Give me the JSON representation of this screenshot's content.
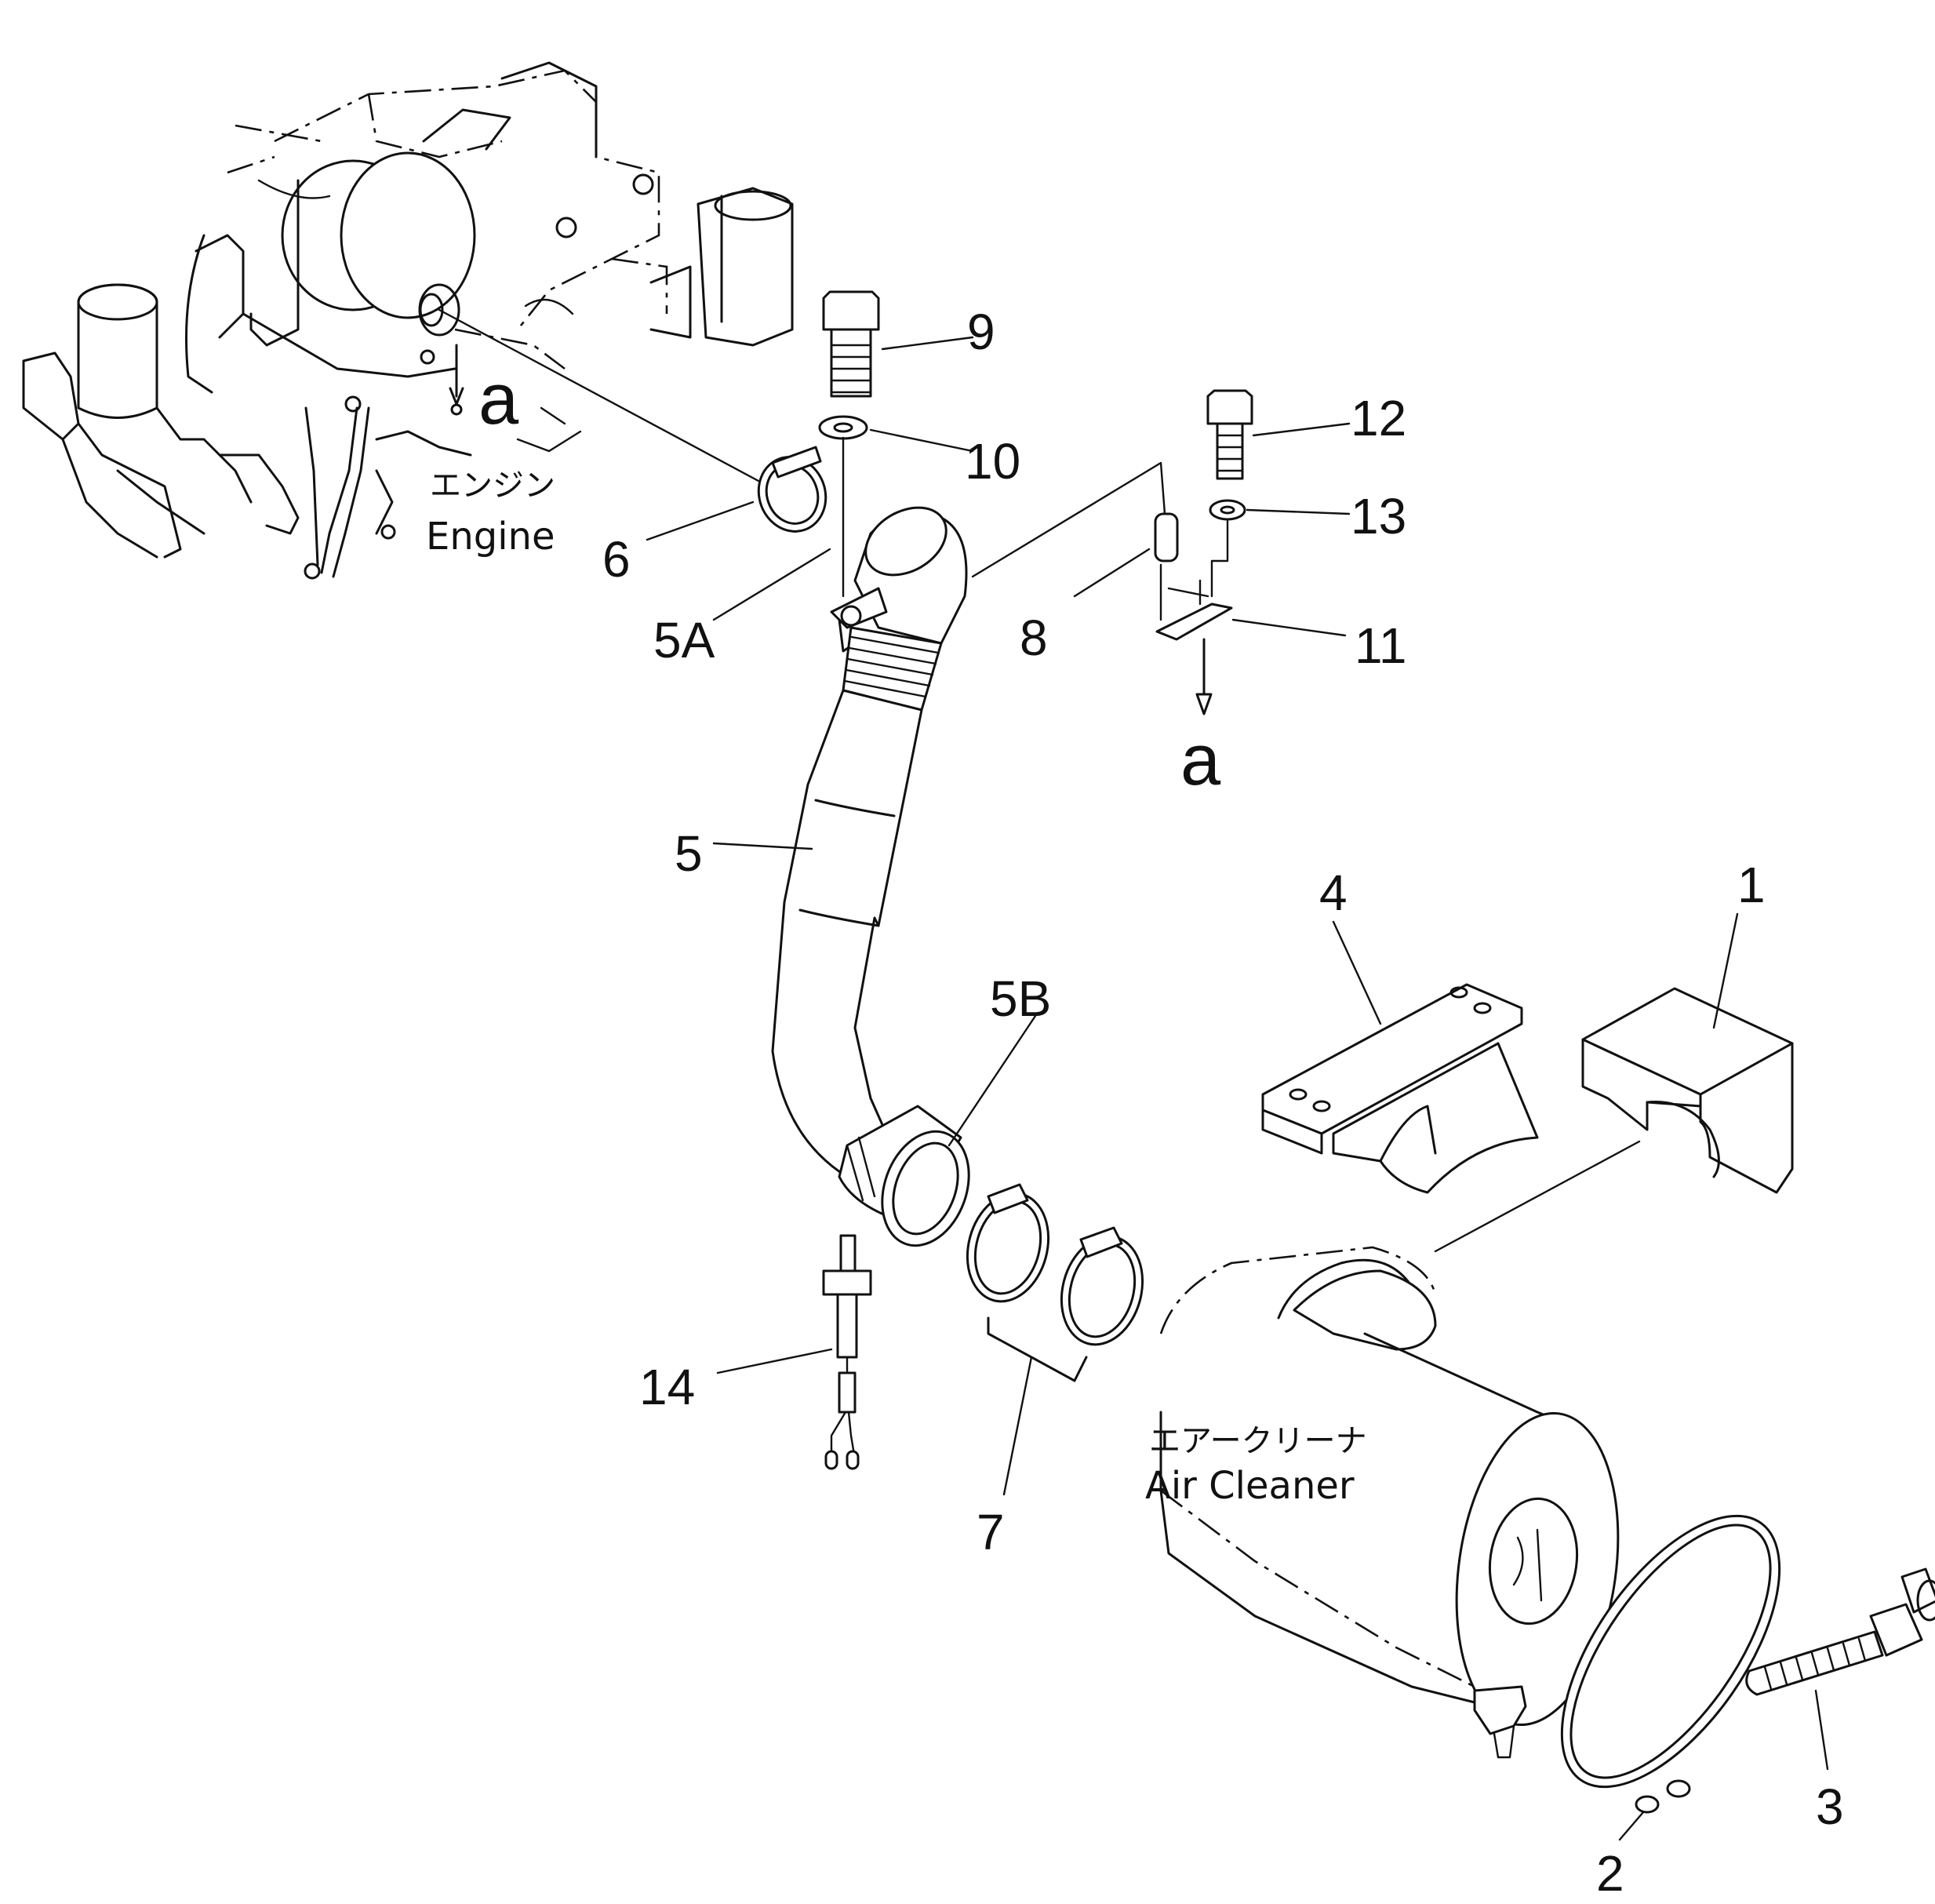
{
  "labels": {
    "engine_jp": "エンジン",
    "engine_en": "Engine",
    "air_cleaner_jp": "エアークリーナ",
    "air_cleaner_en": "Air  Cleaner",
    "ref_a_top": "a",
    "ref_a_bottom": "a"
  },
  "callouts": {
    "c1": "1",
    "c2": "2",
    "c3": "3",
    "c4": "4",
    "c5": "5",
    "c5a": "5A",
    "c5b": "5B",
    "c6": "6",
    "c7": "7",
    "c8": "8",
    "c9": "9",
    "c10": "10",
    "c11": "11",
    "c12": "12",
    "c13": "13",
    "c14": "14"
  }
}
